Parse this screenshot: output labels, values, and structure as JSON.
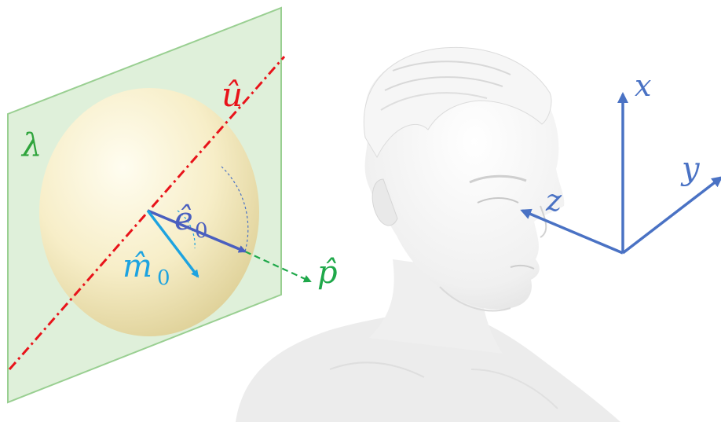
{
  "diagram": {
    "labels": {
      "plane": "λ",
      "axis_u": "û",
      "vector_e": "ê",
      "vector_e_sub": "0",
      "vector_m": "m̂",
      "vector_m_sub": "0",
      "vector_p": "p̂",
      "axis_x": "x",
      "axis_y": "y",
      "axis_z": "z"
    },
    "colors": {
      "plane_fill": "#dcefd6",
      "plane_stroke": "#8fca86",
      "sphere_light": "#fffbe4",
      "sphere_dark": "#e6d9a2",
      "axis_u": "#e8131a",
      "vector_e": "#4a5fbf",
      "vector_m": "#1da3e0",
      "vector_p": "#1fa84a",
      "coord_axes": "#4a72c4",
      "bust": "#f1f1f1",
      "plane_label": "#2fa43c"
    },
    "icons": {
      "head": "sculpture-bust-icon"
    }
  }
}
